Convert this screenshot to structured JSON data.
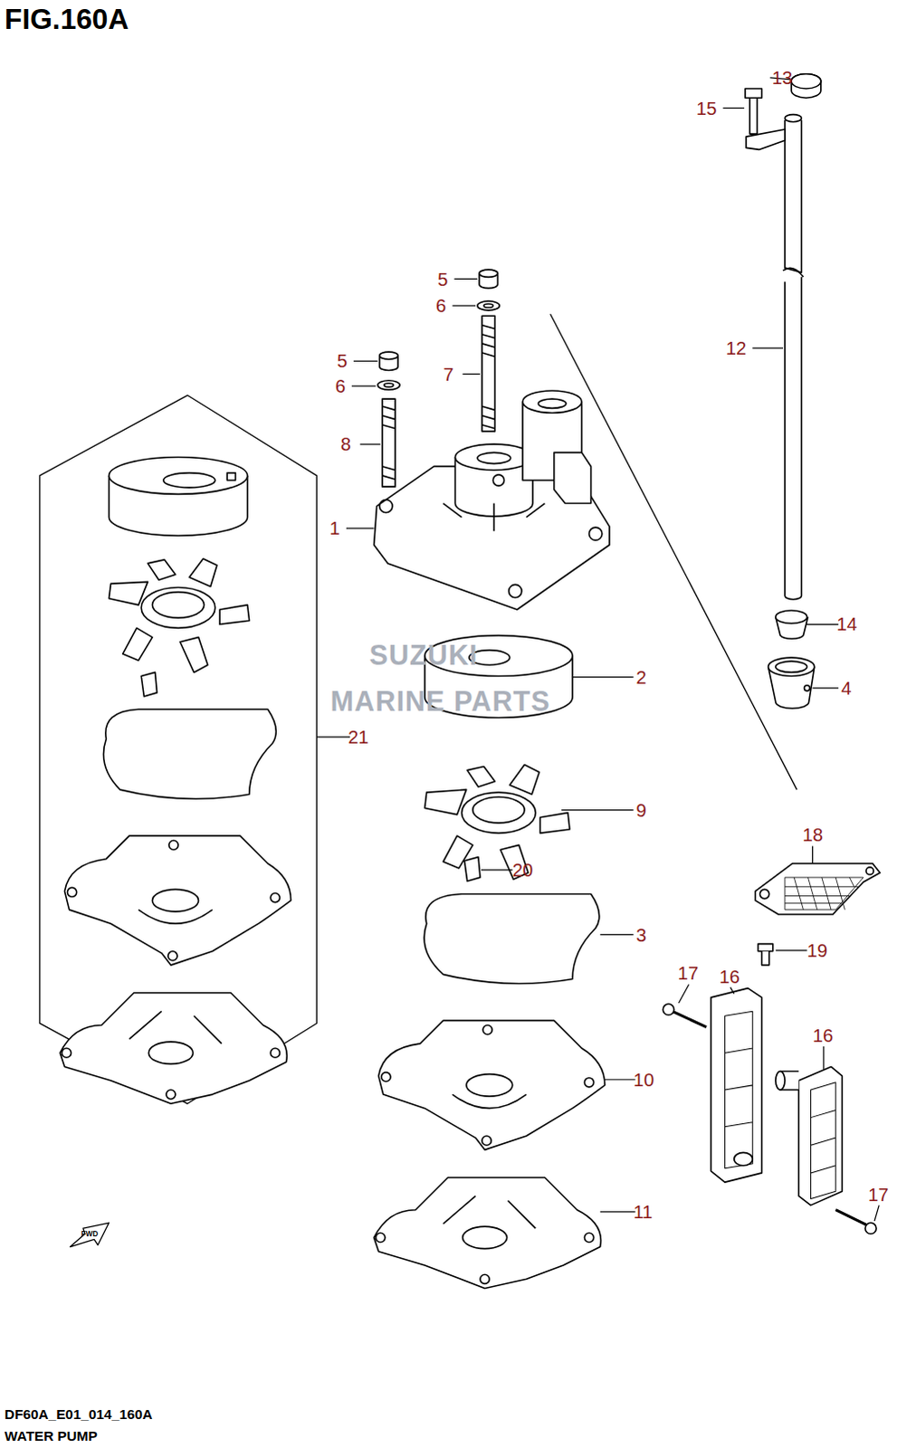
{
  "diagram": {
    "title": "FIG.160A",
    "labels": [
      "13",
      "15",
      "5",
      "6",
      "12",
      "5",
      "6",
      "7",
      "8",
      "1",
      "14",
      "SUZUKI",
      "2",
      "MARINE PARTS",
      "4",
      "21",
      "9",
      "18",
      "20",
      "3",
      "19",
      "17",
      "16",
      "16",
      "10",
      "17",
      "11",
      "FWD",
      "DF60A_E01_014_160A",
      "WATER PUMP"
    ]
  }
}
